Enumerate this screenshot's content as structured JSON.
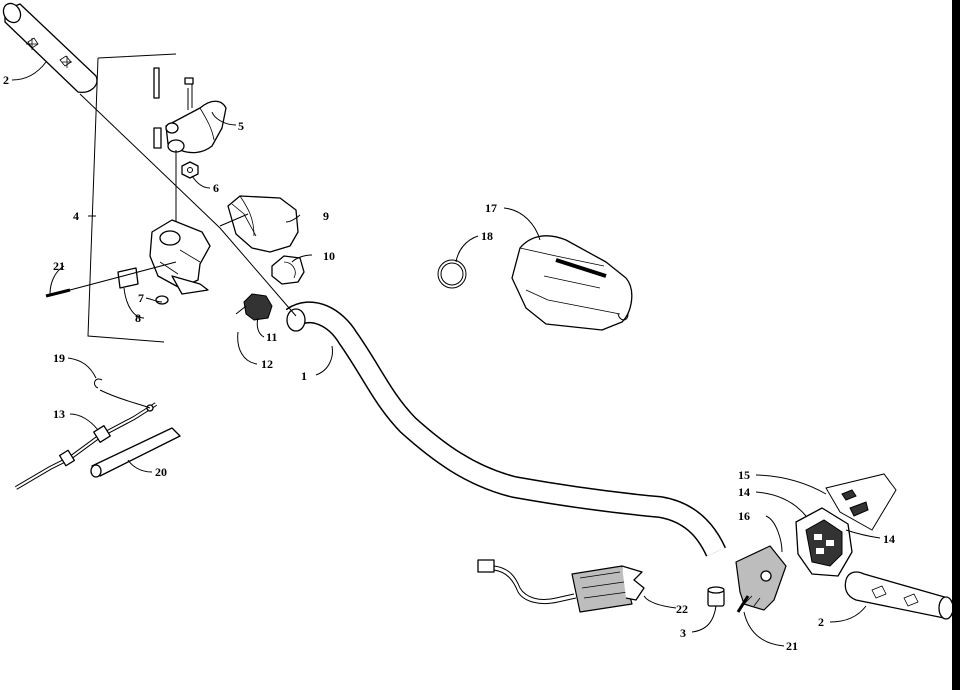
{
  "diagram": {
    "callouts": [
      {
        "id": "c1",
        "text": "1"
      },
      {
        "id": "c2a",
        "text": "2"
      },
      {
        "id": "c2b",
        "text": "2"
      },
      {
        "id": "c3",
        "text": "3"
      },
      {
        "id": "c4",
        "text": "4"
      },
      {
        "id": "c5",
        "text": "5"
      },
      {
        "id": "c6",
        "text": "6"
      },
      {
        "id": "c7",
        "text": "7"
      },
      {
        "id": "c8",
        "text": "8"
      },
      {
        "id": "c9",
        "text": "9"
      },
      {
        "id": "c10",
        "text": "10"
      },
      {
        "id": "c11",
        "text": "11"
      },
      {
        "id": "c12",
        "text": "12"
      },
      {
        "id": "c13",
        "text": "13"
      },
      {
        "id": "c14a",
        "text": "14"
      },
      {
        "id": "c14b",
        "text": "14"
      },
      {
        "id": "c15",
        "text": "15"
      },
      {
        "id": "c16",
        "text": "16"
      },
      {
        "id": "c17",
        "text": "17"
      },
      {
        "id": "c18",
        "text": "18"
      },
      {
        "id": "c19",
        "text": "19"
      },
      {
        "id": "c20",
        "text": "20"
      },
      {
        "id": "c21a",
        "text": "21"
      },
      {
        "id": "c21b",
        "text": "21"
      },
      {
        "id": "c22",
        "text": "22"
      }
    ]
  }
}
